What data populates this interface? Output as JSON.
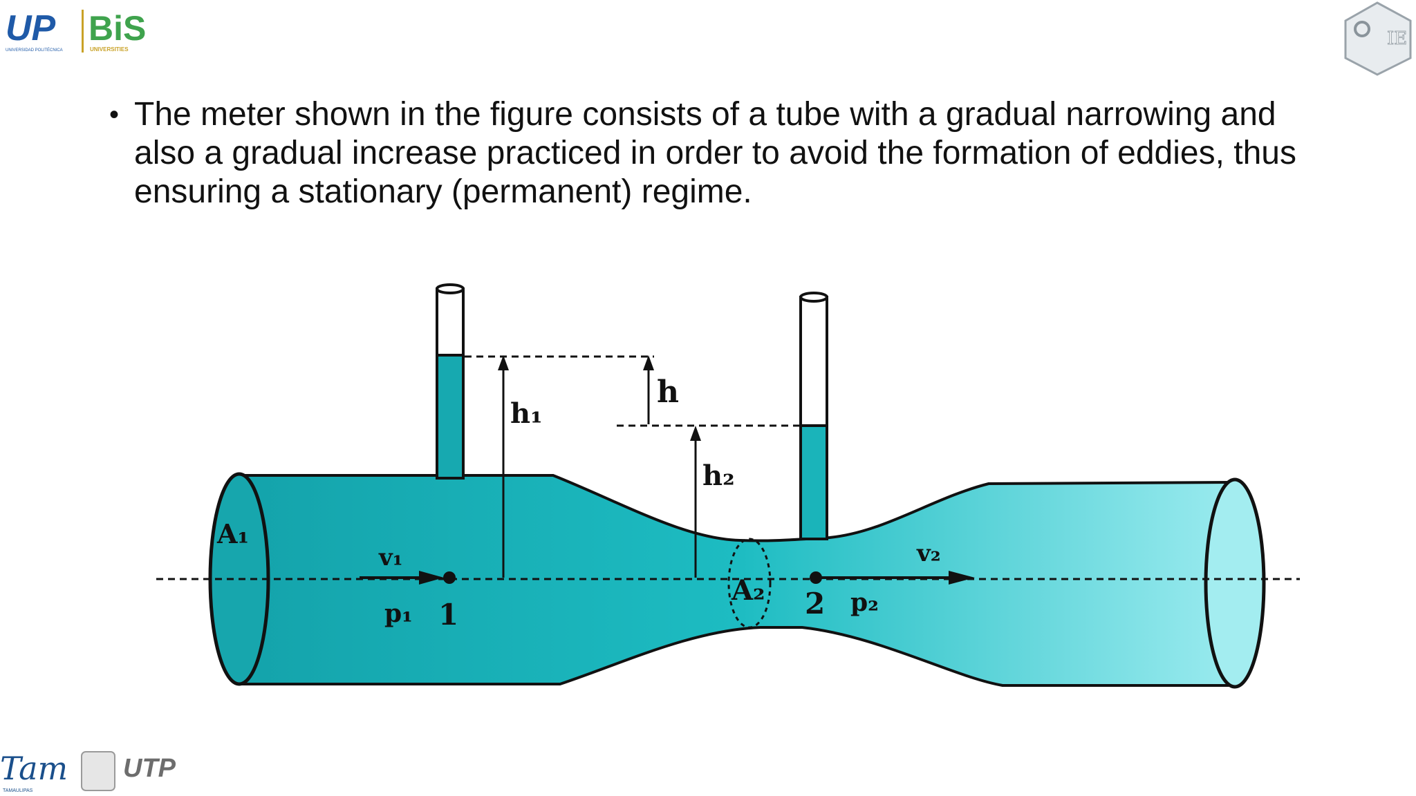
{
  "header": {
    "logo_left_text": "UP",
    "logo_left_subtitle": "UNIVERSIDAD POLITÉCNICA",
    "logo_brand_text": "BiS",
    "logo_brand_subtitle": "UNIVERSITIES",
    "logo_right_text": "IE"
  },
  "content": {
    "bullet_text": "The meter shown in the figure consists of a tube with a gradual narrowing and also a gradual increase practiced in order to avoid the formation of eddies, thus ensuring a stationary (permanent) regime."
  },
  "diagram": {
    "labels": {
      "area_inlet": "A₁",
      "area_throat": "A₂",
      "velocity_1": "v₁",
      "velocity_2": "v₂",
      "pressure_1": "p₁",
      "pressure_2": "p₂",
      "point_1": "1",
      "point_2": "2",
      "height_1": "h₁",
      "height_2": "h₂",
      "height_diff": "h"
    },
    "colors": {
      "fluid_dark": "#1aa9b0",
      "fluid_light": "#8fe6eb",
      "outline": "#111111"
    }
  },
  "footer": {
    "logo_tam": "Tam",
    "logo_tam_sub": "TAMAULIPAS",
    "logo_utp": "UTP"
  }
}
